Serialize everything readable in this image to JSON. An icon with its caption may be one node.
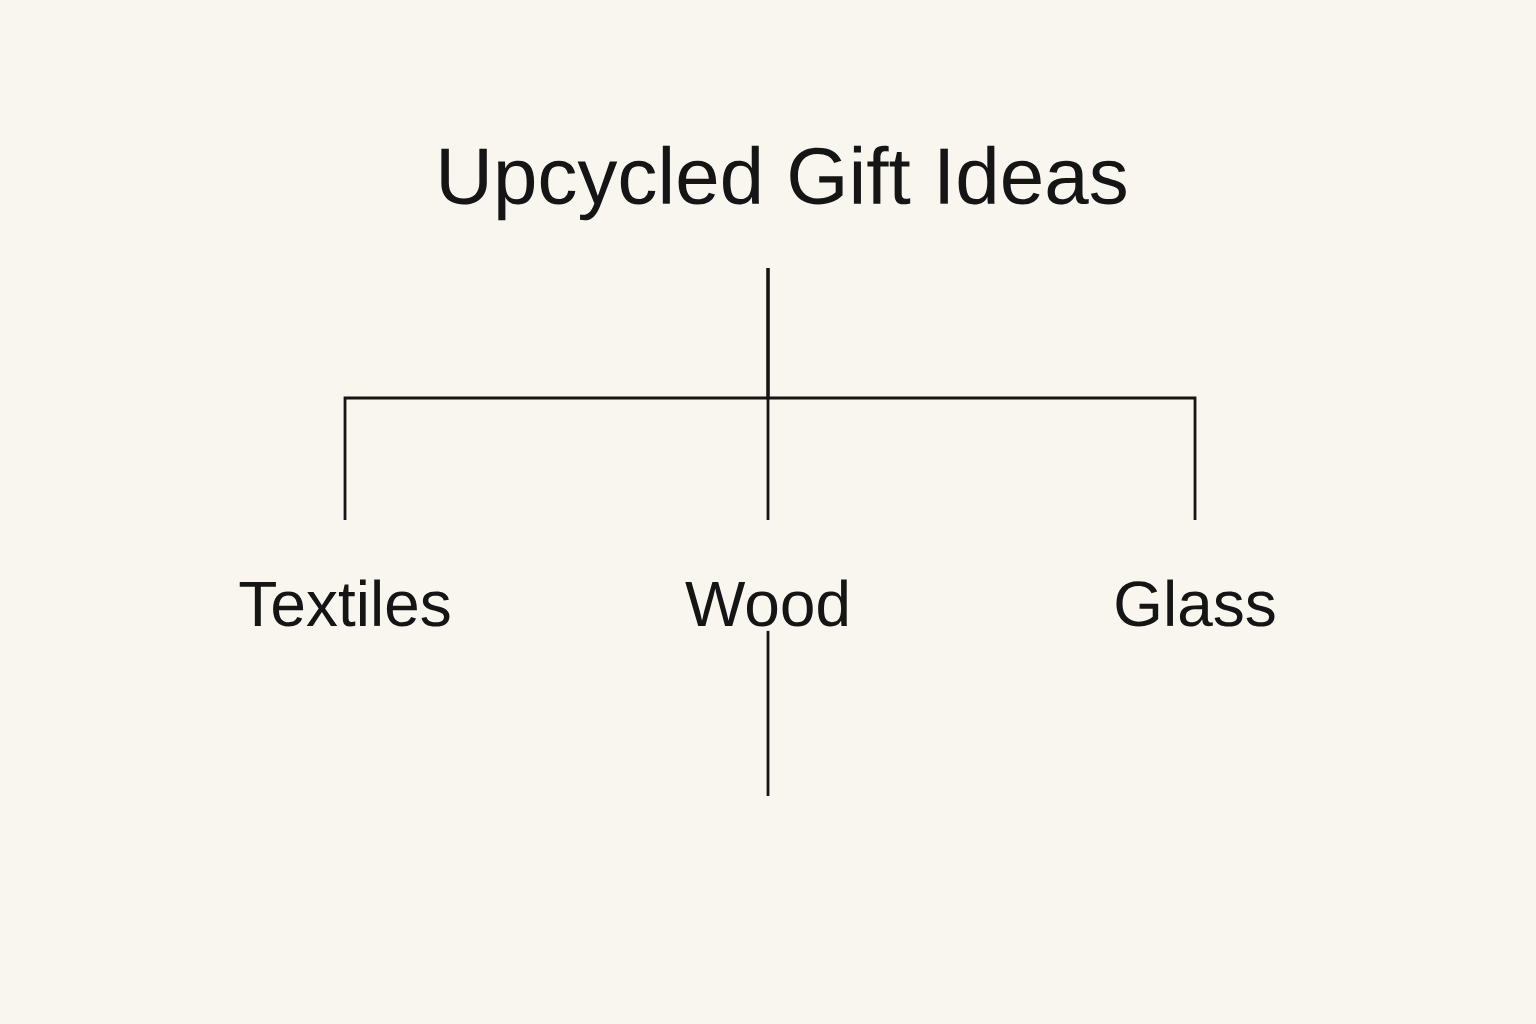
{
  "diagram": {
    "nodes": [
      {
        "text": [
          "Upcycled Gift Ideas"
        ]
      },
      {
        "text": [
          "Textiles"
        ]
      },
      {
        "text": [
          "Wood"
        ]
      },
      {
        "text": [
          "Glass"
        ]
      }
    ],
    "edges": [
      {
        "from": 0,
        "to": 1,
        "arrow": "none"
      },
      {
        "from": 0,
        "to": 2,
        "arrow": "none"
      },
      {
        "from": 0,
        "to": 3,
        "arrow": "none"
      },
      {
        "from": 2,
        "to": null,
        "arrow": "none"
      }
    ]
  }
}
